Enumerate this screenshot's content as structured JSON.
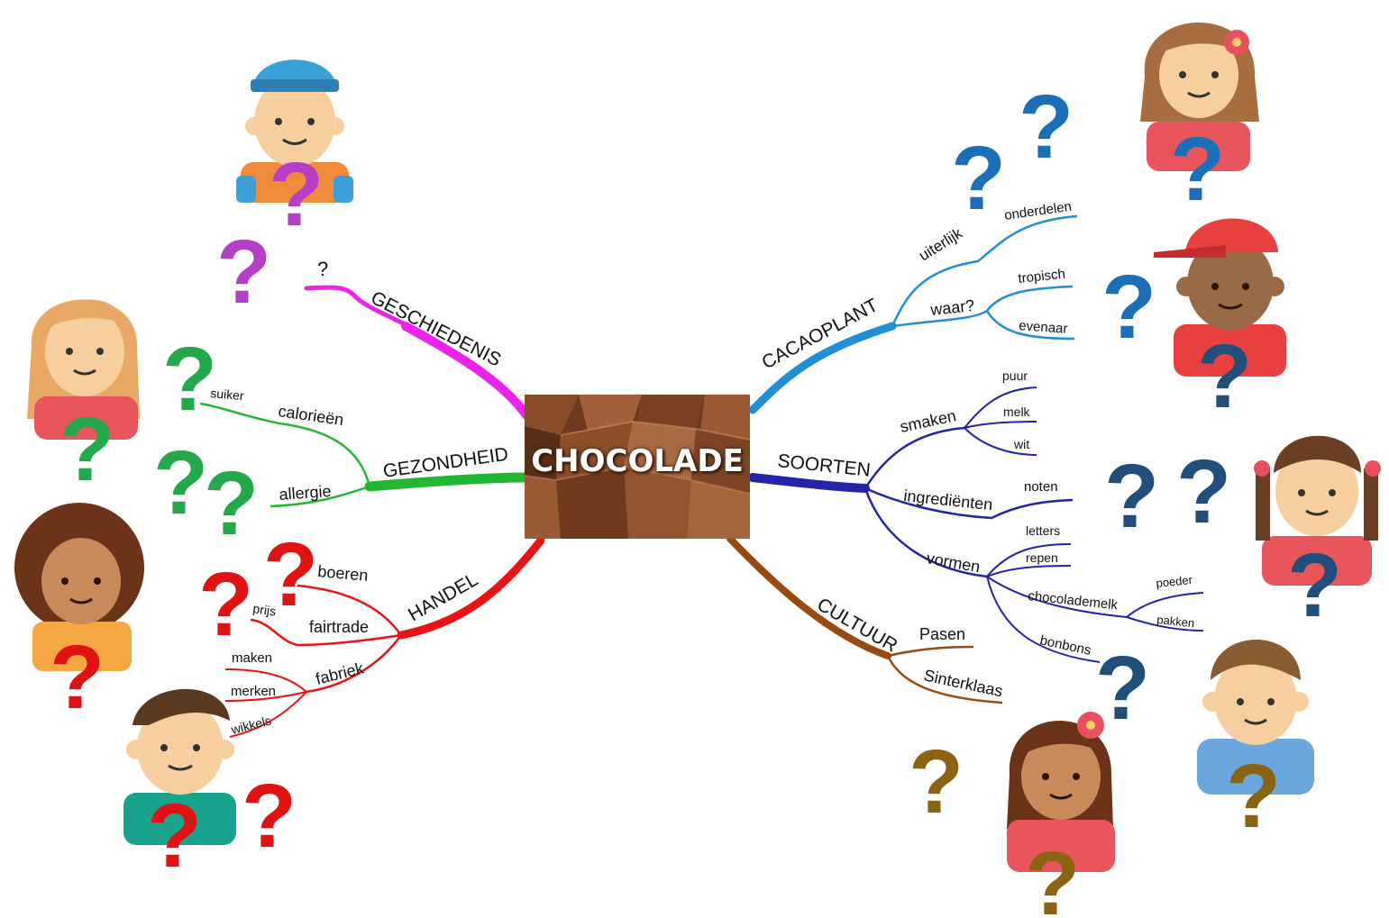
{
  "center": {
    "label": "CHOCOLADE"
  },
  "colors": {
    "geschiedenis": "#ee22ee",
    "gezondheid": "#22b833",
    "handel": "#ee1111",
    "cacaoplant": "#1f8fd6",
    "soorten": "#2424a8",
    "cultuur": "#994a0e",
    "q_purple": "#b53fc6",
    "q_green": "#23a84a",
    "q_red": "#e31212",
    "q_blue": "#1a6fb8",
    "q_navy": "#1f4f7a",
    "q_olive": "#8a6410"
  },
  "branches": {
    "geschiedenis": {
      "label": "GESCHIEDENIS",
      "children": {
        "q": "?"
      }
    },
    "gezondheid": {
      "label": "GEZONDHEID",
      "children": {
        "calorieen": "calorieën",
        "suiker": "suiker",
        "allergie": "allergie"
      }
    },
    "handel": {
      "label": "HANDEL",
      "children": {
        "boeren": "boeren",
        "fairtrade": "fairtrade",
        "prijs": "prijs",
        "fabriek": "fabriek",
        "maken": "maken",
        "merken": "merken",
        "wikkels": "wikkels"
      }
    },
    "cacaoplant": {
      "label": "CACAOPLANT",
      "children": {
        "uiterlijk": "uiterlijk",
        "onderdelen": "onderdelen",
        "waar": "waar?",
        "tropisch": "tropisch",
        "evenaar": "evenaar"
      }
    },
    "soorten": {
      "label": "SOORTEN",
      "children": {
        "smaken": "smaken",
        "puur": "puur",
        "melk": "melk",
        "wit": "wit",
        "ingredienten": "ingrediënten",
        "noten": "noten",
        "vormen": "vormen",
        "letters": "letters",
        "repen": "repen",
        "chocolademelk": "chocolademelk",
        "poeder": "poeder",
        "pakken": "pakken",
        "bonbons": "bonbons"
      }
    },
    "cultuur": {
      "label": "CULTUUR",
      "children": {
        "pasen": "Pasen",
        "sinterklaas": "Sinterklaas"
      }
    }
  },
  "question_mark": "?",
  "avatars": [
    {
      "name": "boy-cap",
      "skin": "#f7cf9f",
      "hair": "#3aa0d8",
      "shirt": "#f08b3c"
    },
    {
      "name": "girl-blonde",
      "skin": "#f7cf9f",
      "hair": "#e9a864",
      "shirt": "#e8555a"
    },
    {
      "name": "girl-curly",
      "skin": "#c98a5a",
      "hair": "#6b3418",
      "shirt": "#f5a842"
    },
    {
      "name": "boy-teal",
      "skin": "#f7cf9f",
      "hair": "#5a3920",
      "shirt": "#1aa38c"
    },
    {
      "name": "girl-flower",
      "skin": "#f7cf9f",
      "hair": "#a86d3e",
      "shirt": "#e8555a"
    },
    {
      "name": "boy-redcap",
      "skin": "#9a6a45",
      "hair": "#e83f3f",
      "shirt": "#e83f3f"
    },
    {
      "name": "girl-pigtails",
      "skin": "#f7cf9f",
      "hair": "#6b3f24",
      "shirt": "#e8555a"
    },
    {
      "name": "boy-blue",
      "skin": "#f7cf9f",
      "hair": "#8a5a32",
      "shirt": "#6aa7df"
    },
    {
      "name": "girl-dark-flower",
      "skin": "#c98a5a",
      "hair": "#6b3418",
      "shirt": "#e8555a"
    }
  ]
}
